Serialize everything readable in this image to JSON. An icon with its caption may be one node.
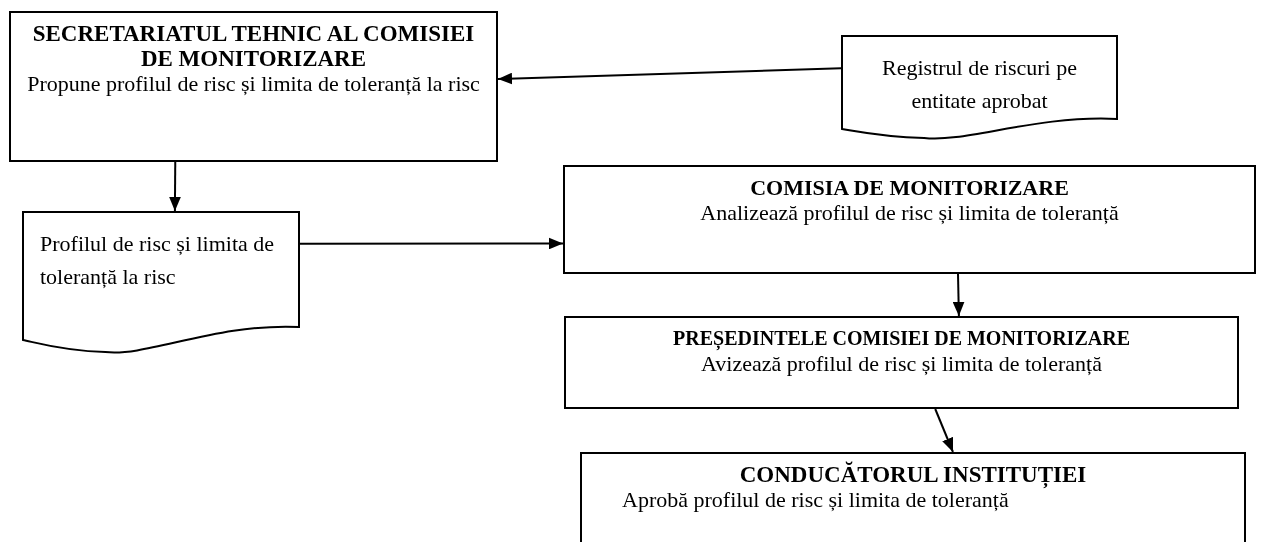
{
  "diagram": {
    "nodes": [
      {
        "text": [
          "SECRETARIATUL TEHNIC AL COMISIEI DE MONITORIZARE",
          "Propune profilul de risc și limita de toleranță la risc"
        ]
      },
      {
        "text": [
          "Registrul de riscuri pe entitate aprobat"
        ]
      },
      {
        "text": [
          "Profilul de risc și limita de toleranță la risc"
        ]
      },
      {
        "text": [
          "COMISIA DE MONITORIZARE",
          "Analizează profilul de risc și limita de toleranță"
        ]
      },
      {
        "text": [
          "PREȘEDINTELE COMISIEI DE MONITORIZARE",
          "Avizează profilul de risc și limita de toleranță"
        ]
      },
      {
        "text": [
          "CONDUCĂTORUL INSTITUȚIEI",
          "Aprobă profilul de risc și limita de toleranță"
        ]
      }
    ],
    "edges": [
      {
        "from": 1,
        "to": 0,
        "arrow": "to"
      },
      {
        "from": 0,
        "to": 2,
        "arrow": "to"
      },
      {
        "from": 2,
        "to": 3,
        "arrow": "to"
      },
      {
        "from": 3,
        "to": 4,
        "arrow": "to"
      },
      {
        "from": 4,
        "to": 5,
        "arrow": "to"
      }
    ]
  }
}
